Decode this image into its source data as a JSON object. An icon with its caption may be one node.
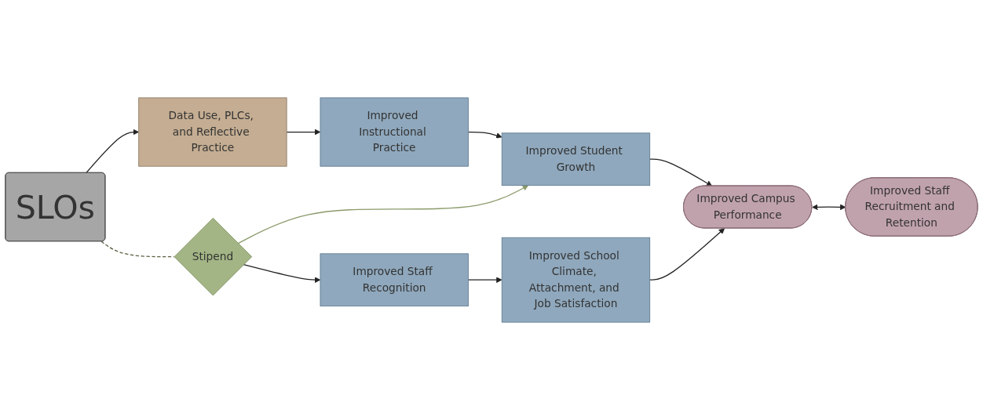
{
  "diagram": {
    "nodes": [
      {
        "text": [
          "SLOs"
        ]
      },
      {
        "text": [
          "Data Use, PLCs, and Reflective Practice"
        ]
      },
      {
        "text": [
          "Improved Instructional Practice"
        ]
      },
      {
        "text": [
          "Improved Student Growth"
        ]
      },
      {
        "text": [
          "Improved Campus Performance"
        ]
      },
      {
        "text": [
          "Stipend"
        ]
      },
      {
        "text": [
          "Improved Staff Recognition"
        ]
      },
      {
        "text": [
          "Improved School Climate, Attachment, and Job Satisfaction"
        ]
      },
      {
        "text": [
          "Improved Staff Recruitment and Retention"
        ]
      }
    ],
    "edges": [
      {
        "from": 0,
        "to": 1,
        "arrow": "to"
      },
      {
        "from": 1,
        "to": 2,
        "arrow": "to"
      },
      {
        "from": 2,
        "to": 3,
        "arrow": "to"
      },
      {
        "from": 3,
        "to": 4,
        "arrow": "to"
      },
      {
        "from": 0,
        "to": 5,
        "arrow": "none",
        "style": "dashed",
        "color": "#5f5f45"
      },
      {
        "from": 5,
        "to": 3,
        "arrow": "to",
        "color": "#8a9a6a"
      },
      {
        "from": 5,
        "to": 6,
        "arrow": "to"
      },
      {
        "from": 6,
        "to": 7,
        "arrow": "to"
      },
      {
        "from": 7,
        "to": 4,
        "arrow": "to"
      },
      {
        "from": 4,
        "to": 8,
        "arrow": "both"
      }
    ]
  }
}
